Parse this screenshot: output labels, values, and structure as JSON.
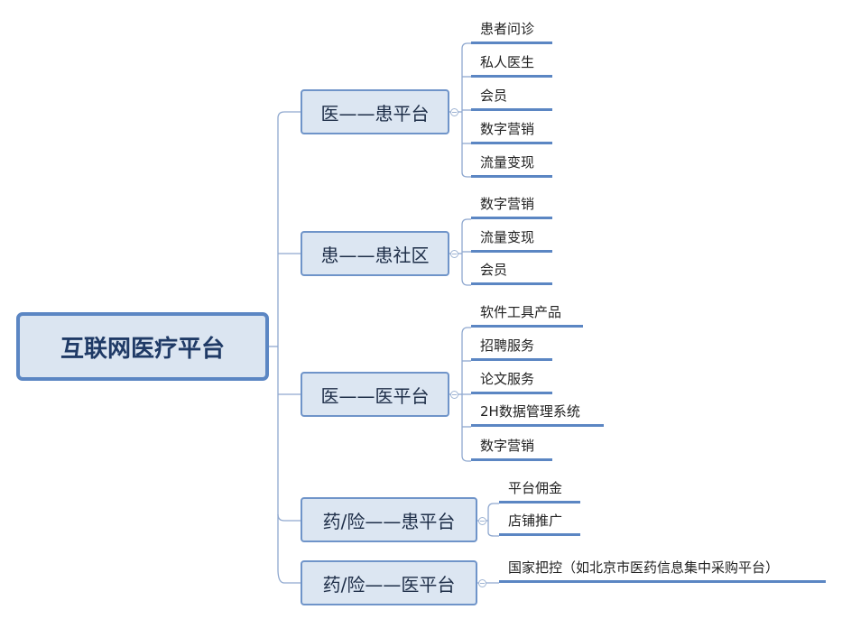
{
  "root": {
    "label": "互联网医疗平台"
  },
  "branches": [
    {
      "label": "医——患平台",
      "leaves": [
        "患者问诊",
        "私人医生",
        "会员",
        "数字营销",
        "流量变现"
      ]
    },
    {
      "label": "患——患社区",
      "leaves": [
        "数字营销",
        "流量变现",
        "会员"
      ]
    },
    {
      "label": "医——医平台",
      "leaves": [
        "软件工具产品",
        "招聘服务",
        "论文服务",
        "2H数据管理系统",
        "数字营销"
      ]
    },
    {
      "label": "药/险——患平台",
      "leaves": [
        "平台佣金",
        "店铺推广"
      ]
    },
    {
      "label": "药/险——医平台",
      "leaves": [
        "国家把控（如北京市医药信息集中采购平台）"
      ]
    }
  ],
  "colors": {
    "line": "#8fa8cf",
    "accent": "#5b86c3"
  }
}
